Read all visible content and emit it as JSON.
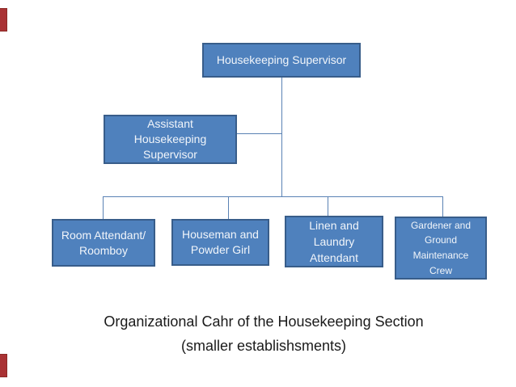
{
  "slide": {
    "background": "#ffffff",
    "decor": {
      "red_marker_color": "#a93234",
      "red_marker_border": "#8c2a27"
    },
    "palette": {
      "node_fill": "#4f81bd",
      "node_border": "#385d8a",
      "node_text": "#f1f5fa",
      "connector": "#5a82b4",
      "caption_text": "#1a1a1a"
    }
  },
  "org_chart": {
    "nodes": [
      {
        "id": "housekeeping-supervisor",
        "lines": [
          "Housekeeping Supervisor"
        ]
      },
      {
        "id": "assistant-housekeeping-supervisor",
        "lines": [
          "Assistant",
          "Housekeeping",
          "Supervisor"
        ]
      },
      {
        "id": "room-attendant-roomboy",
        "lines": [
          "Room Attendant/",
          "Roomboy"
        ]
      },
      {
        "id": "houseman-and-powder-girl",
        "lines": [
          "Houseman and",
          "Powder Girl"
        ]
      },
      {
        "id": "linen-and-laundry-attendant",
        "lines": [
          "Linen and",
          "Laundry",
          "Attendant"
        ]
      },
      {
        "id": "gardener-ground-maintenance-crew",
        "lines": [
          "Gardener and",
          "Ground",
          "Maintenance",
          "Crew"
        ]
      }
    ],
    "caption": {
      "line1": "Organizational Cahr of the Housekeeping Section",
      "line2": "(smaller establishsments)"
    }
  }
}
